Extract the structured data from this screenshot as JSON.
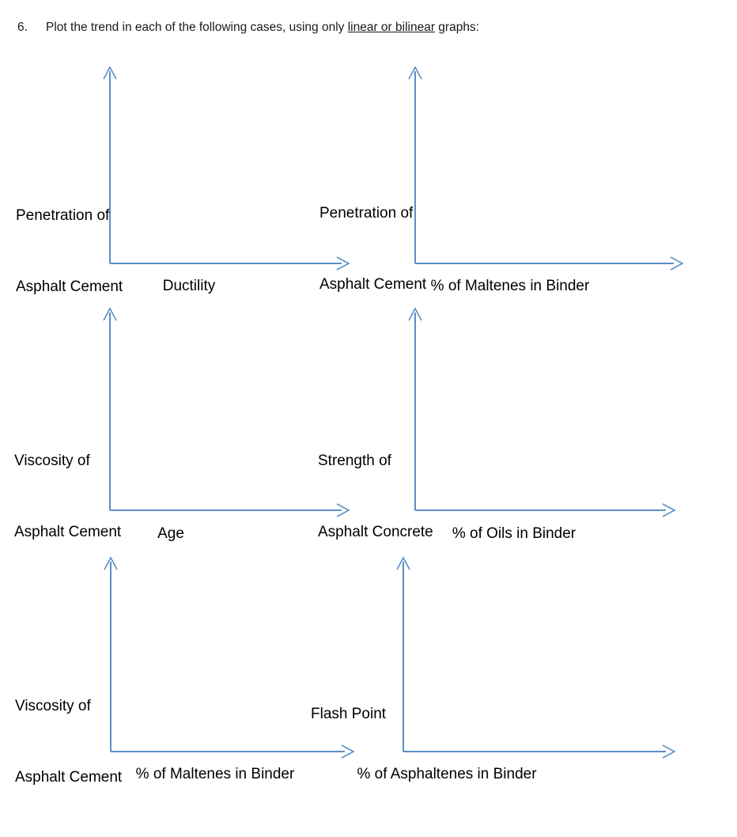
{
  "question": {
    "number": "6.",
    "text_before": "Plot the trend in each of the following cases, using only ",
    "emphasis": "linear or bilinear",
    "text_after": " graphs:"
  },
  "style": {
    "axis_color": "#5B8FC7",
    "text_color": "#000000",
    "background": "#ffffff"
  },
  "chart_data": [
    {
      "type": "line",
      "title": "",
      "ylabel_line1": "Penetration of",
      "ylabel_line2": "Asphalt Cement",
      "xlabel": "Ductility",
      "series": [],
      "grid": false,
      "legend": "none",
      "note": "empty axes — student must draw trend"
    },
    {
      "type": "line",
      "title": "",
      "ylabel_line1": "Penetration of",
      "ylabel_line2": "Asphalt Cement",
      "xlabel": "% of Maltenes in Binder",
      "series": [],
      "grid": false,
      "legend": "none",
      "note": "empty axes — student must draw trend"
    },
    {
      "type": "line",
      "title": "",
      "ylabel_line1": "Viscosity of",
      "ylabel_line2": "Asphalt Cement",
      "xlabel": "Age",
      "series": [],
      "grid": false,
      "legend": "none",
      "note": "empty axes — student must draw trend"
    },
    {
      "type": "line",
      "title": "",
      "ylabel_line1": "Strength of",
      "ylabel_line2": "Asphalt Concrete",
      "xlabel": "% of Oils in Binder",
      "series": [],
      "grid": false,
      "legend": "none",
      "note": "empty axes — student must draw trend"
    },
    {
      "type": "line",
      "title": "",
      "ylabel_line1": "Viscosity of",
      "ylabel_line2": "Asphalt Cement",
      "xlabel": "% of Maltenes in Binder",
      "series": [],
      "grid": false,
      "legend": "none",
      "note": "empty axes — student must draw trend"
    },
    {
      "type": "line",
      "title": "",
      "ylabel_line1": "Flash Point",
      "ylabel_line2": "",
      "xlabel": "% of Asphaltenes in Binder",
      "series": [],
      "grid": false,
      "legend": "none",
      "note": "empty axes — student must draw trend"
    }
  ]
}
